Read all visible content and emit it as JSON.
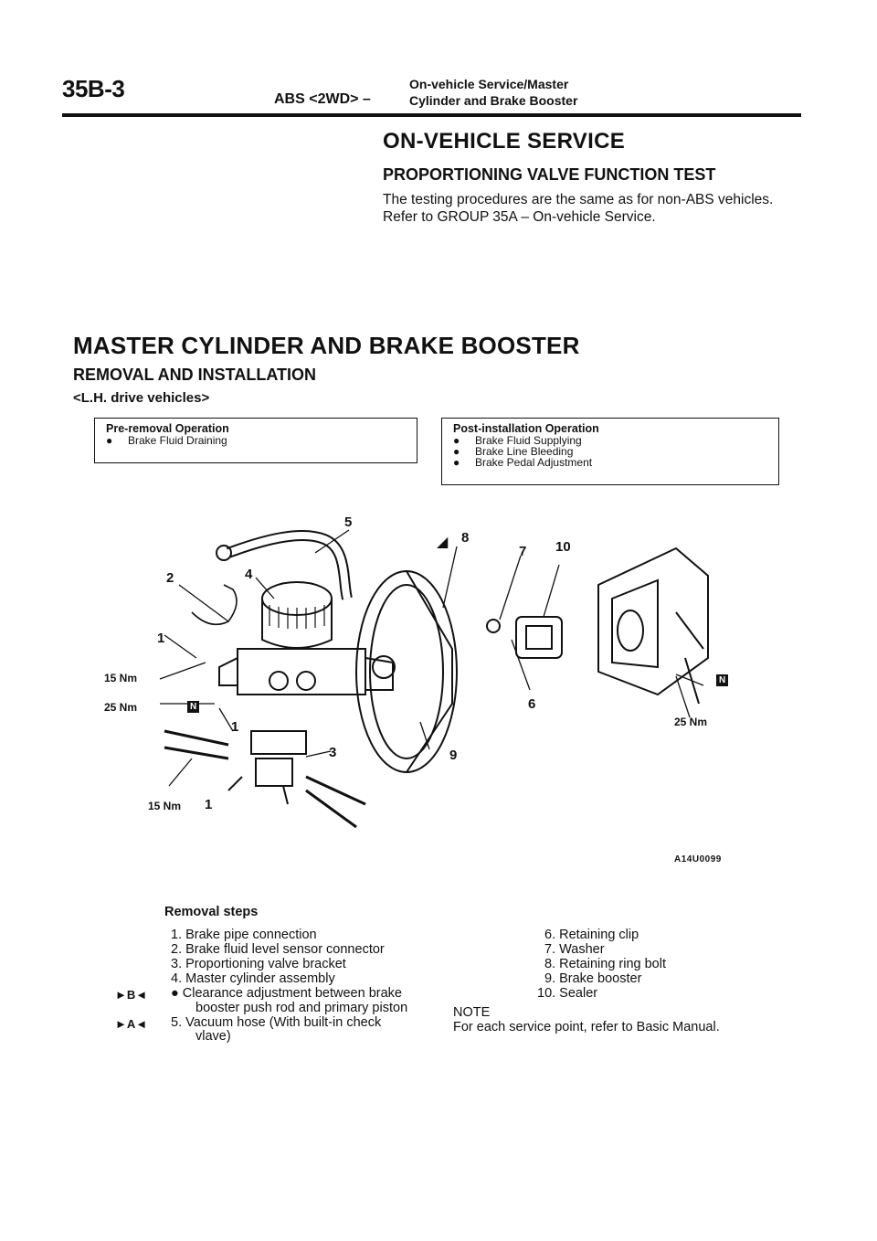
{
  "header": {
    "page_number": "35B-3",
    "section": "ABS <2WD> –",
    "title_top": "On-vehicle Service/Master",
    "title_bottom": "Cylinder and Brake Booster"
  },
  "on_vehicle_service": {
    "title": "ON-VEHICLE SERVICE",
    "subtitle": "PROPORTIONING VALVE FUNCTION TEST",
    "line1": "The testing procedures are the same as for non-ABS vehicles.",
    "line2": "Refer to GROUP 35A – On-vehicle Service."
  },
  "master_cylinder": {
    "title": "MASTER CYLINDER AND BRAKE BOOSTER",
    "subtitle": "REMOVAL AND INSTALLATION",
    "variant": "<L.H. drive vehicles>"
  },
  "pre_removal": {
    "title": "Pre-removal Operation",
    "bullet": "●",
    "items": [
      "Brake Fluid Draining"
    ]
  },
  "post_installation": {
    "title": "Post-installation Operation",
    "bullet": "●",
    "items": [
      "Brake Fluid Supplying",
      "Brake Line Bleeding",
      "Brake Pedal Adjustment"
    ]
  },
  "diagram": {
    "callouts": [
      "1",
      "1",
      "1",
      "2",
      "3",
      "4",
      "5",
      "6",
      "7",
      "8",
      "9",
      "10"
    ],
    "torques": [
      "15 Nm",
      "25 Nm",
      "15 Nm",
      "25 Nm"
    ],
    "new_part_symbol": "N",
    "figure_code": "A14U0099"
  },
  "removal_steps": {
    "title": "Removal steps",
    "left": [
      {
        "text": "1. Brake pipe connection",
        "mark": ""
      },
      {
        "text": "2. Brake fluid level sensor connector",
        "mark": ""
      },
      {
        "text": "3. Proportioning valve bracket",
        "mark": ""
      },
      {
        "text": "4. Master cylinder assembly",
        "mark": ""
      },
      {
        "text": "● Clearance adjustment between brake",
        "mark": "►B◄"
      },
      {
        "text": "booster push rod and primary piston",
        "mark": ""
      },
      {
        "text": "5. Vacuum hose (With built-in check",
        "mark": "►A◄"
      },
      {
        "text": "vlave)",
        "mark": ""
      }
    ],
    "right": [
      "6. Retaining clip",
      "7. Washer",
      "8. Retaining ring bolt",
      "9. Brake booster",
      "10. Sealer"
    ]
  },
  "note": {
    "title": "NOTE",
    "text": "For each service point, refer to Basic Manual."
  }
}
